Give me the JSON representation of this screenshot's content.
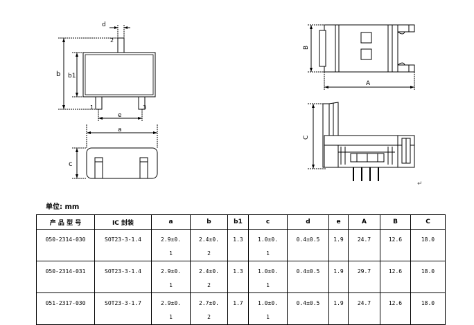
{
  "drawing_labels": {
    "d": "d",
    "pin2": "2",
    "b": "b",
    "b1": "b1",
    "pin1": "1",
    "pin3": "3",
    "e": "e",
    "a": "a",
    "c": "c",
    "B": "B",
    "A": "A",
    "C": "C",
    "mark": "↵"
  },
  "unit_label": "单位: mm",
  "table": {
    "headers": [
      "产 品 型 号",
      "IC 封装",
      "a",
      "b",
      "b1",
      "c",
      "d",
      "e",
      "A",
      "B",
      "C"
    ],
    "rows": [
      [
        "050-2314-030",
        "SOT23-3-1.4",
        [
          "2.9±0.",
          "1"
        ],
        [
          "2.4±0.",
          "2"
        ],
        "1.3",
        [
          "1.0±0.",
          "1"
        ],
        "0.4±0.5",
        "1.9",
        "24.7",
        "12.6",
        "18.0"
      ],
      [
        "050-2314-031",
        "SOT23-3-1.4",
        [
          "2.9±0.",
          "1"
        ],
        [
          "2.4±0.",
          "2"
        ],
        "1.3",
        [
          "1.0±0.",
          "1"
        ],
        "0.4±0.5",
        "1.9",
        "29.7",
        "12.6",
        "18.0"
      ],
      [
        "051-2317-030",
        "SOT23-3-1.7",
        [
          "2.9±0.",
          "1"
        ],
        [
          "2.7±0.",
          "2"
        ],
        "1.7",
        [
          "1.0±0.",
          "1"
        ],
        "0.4±0.5",
        "1.9",
        "24.7",
        "12.6",
        "18.0"
      ]
    ]
  }
}
